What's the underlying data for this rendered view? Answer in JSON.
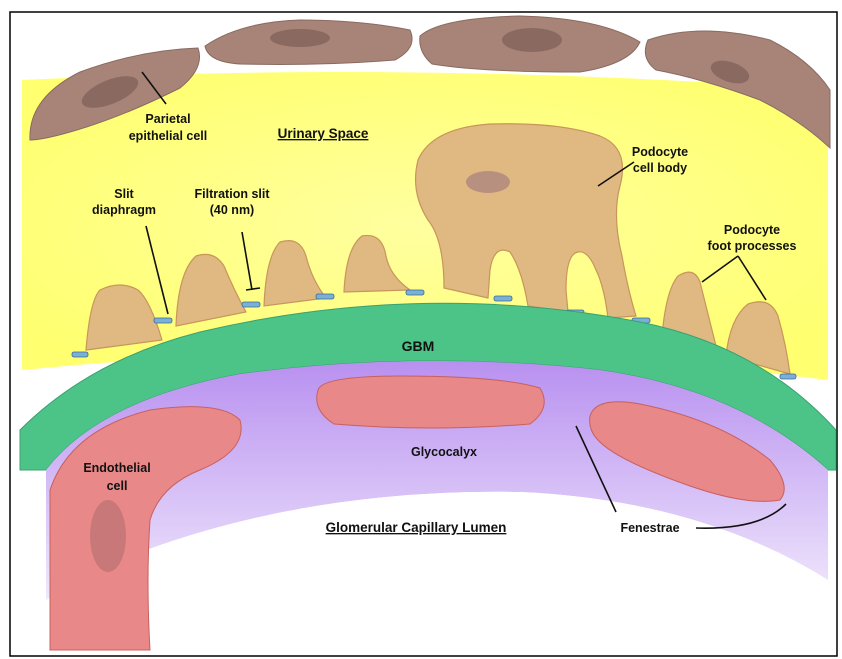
{
  "labels": {
    "parietal": [
      "Parietal",
      "epithelial cell"
    ],
    "urinary_space": "Urinary Space",
    "podocyte_body": [
      "Podocyte",
      "cell body"
    ],
    "slit_diaphragm": [
      "Slit",
      "diaphragm"
    ],
    "filtration_slit": [
      "Filtration slit",
      "(40 nm)"
    ],
    "foot_processes": [
      "Podocyte",
      "foot processes"
    ],
    "gbm": "GBM",
    "glycocalyx": "Glycocalyx",
    "endothelial": [
      "Endothelial",
      "cell"
    ],
    "lumen": "Glomerular Capillary Lumen",
    "fenestrae": "Fenestrae"
  },
  "colors": {
    "urinary_space": "#ffff88",
    "parietal_cell": "#a88478",
    "parietal_nucleus": "#8a6a60",
    "podocyte": "#e0b882",
    "podocyte_nucleus": "#b89080",
    "gbm": "#4cc488",
    "glycocalyx": "#c8a8f0",
    "endothelial": "#e88888",
    "endothelial_nucleus": "#c87878",
    "slit_diaphragm": "#7ab0d8",
    "border": "#000000"
  }
}
